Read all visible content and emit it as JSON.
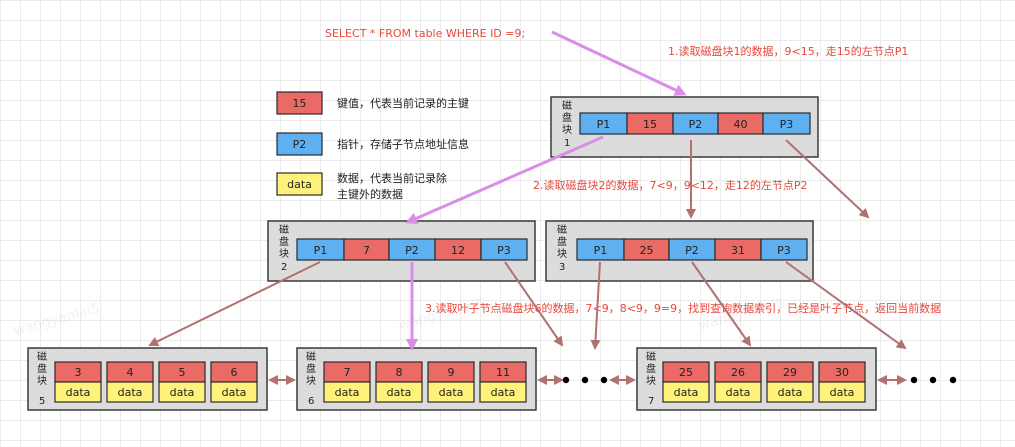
{
  "query": "SELECT * FROM table WHERE ID =9;",
  "steps": [
    "1.读取磁盘块1的数据，9<15，走15的左节点P1",
    "2.读取磁盘块2的数据，7<9，9<12，走12的左节点P2",
    "3.读取叶子节点磁盘块6的数据，7<9，8<9，9=9，找到查询数据索引，已经是叶子节点，返回当前数据"
  ],
  "legend": [
    {
      "type": "key",
      "sample": "15",
      "desc": [
        "键值，代表当前记录的主键"
      ]
    },
    {
      "type": "ptr",
      "sample": "P2",
      "desc": [
        "指针，存储子节点地址信息"
      ]
    },
    {
      "type": "dat",
      "sample": "data",
      "desc": [
        "数据，代表当前记录除",
        "主键外的数据"
      ]
    }
  ],
  "block_label_chars": [
    "磁",
    "盘",
    "块"
  ],
  "internal_blocks": [
    {
      "id": "1",
      "cells": [
        {
          "t": "ptr",
          "v": "P1"
        },
        {
          "t": "key",
          "v": "15"
        },
        {
          "t": "ptr",
          "v": "P2"
        },
        {
          "t": "key",
          "v": "40"
        },
        {
          "t": "ptr",
          "v": "P3"
        }
      ]
    },
    {
      "id": "2",
      "cells": [
        {
          "t": "ptr",
          "v": "P1"
        },
        {
          "t": "key",
          "v": "7"
        },
        {
          "t": "ptr",
          "v": "P2"
        },
        {
          "t": "key",
          "v": "12"
        },
        {
          "t": "ptr",
          "v": "P3"
        }
      ]
    },
    {
      "id": "3",
      "cells": [
        {
          "t": "ptr",
          "v": "P1"
        },
        {
          "t": "key",
          "v": "25"
        },
        {
          "t": "ptr",
          "v": "P2"
        },
        {
          "t": "key",
          "v": "31"
        },
        {
          "t": "ptr",
          "v": "P3"
        }
      ]
    }
  ],
  "leaf_blocks": [
    {
      "id": "5",
      "keys": [
        "3",
        "4",
        "5",
        "6"
      ],
      "data": [
        "data",
        "data",
        "data",
        "data"
      ]
    },
    {
      "id": "6",
      "keys": [
        "7",
        "8",
        "9",
        "11"
      ],
      "data": [
        "data",
        "data",
        "data",
        "data"
      ]
    },
    {
      "id": "7",
      "keys": [
        "25",
        "26",
        "29",
        "30"
      ],
      "data": [
        "data",
        "data",
        "data",
        "data"
      ]
    }
  ],
  "watermark": "wangyanlai5",
  "colors": {
    "key": "#ea6b66",
    "pointer": "#5fb0f0",
    "data": "#fff27a",
    "search_path": "#d98ee8",
    "tree_edge": "#b0716f",
    "annotation": "#e8483c"
  }
}
